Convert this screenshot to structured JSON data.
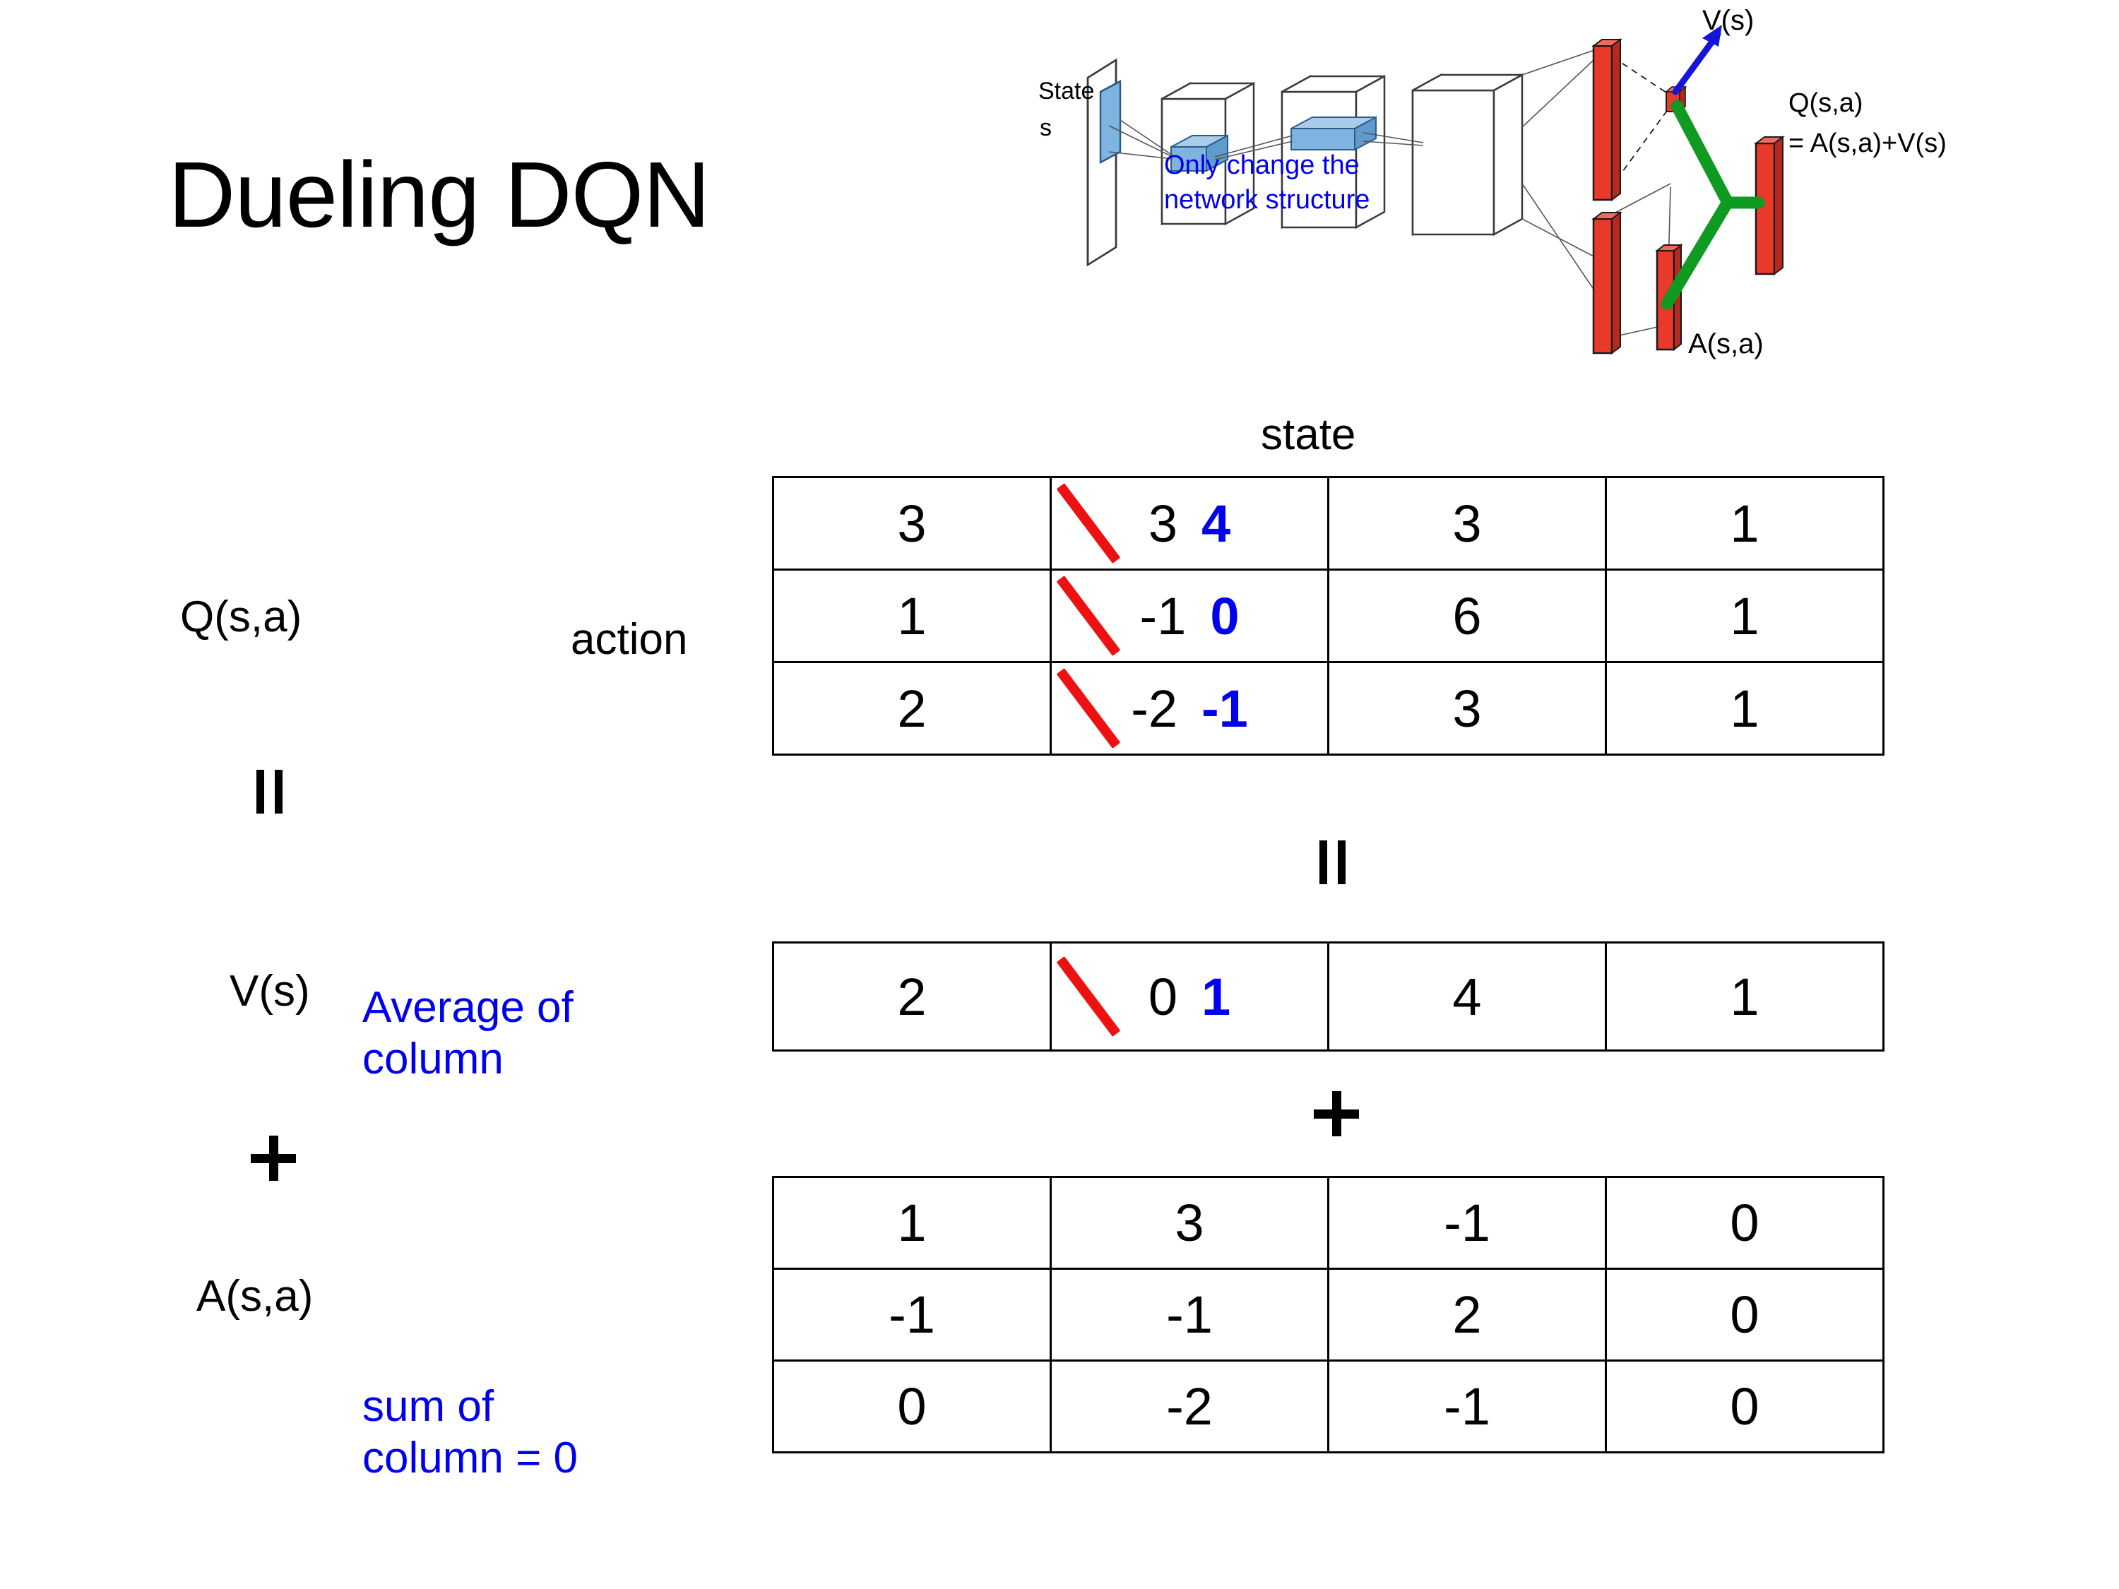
{
  "title": "Dueling DQN",
  "colors": {
    "blue": "#0000ee",
    "red": "#ee1111",
    "black": "#000000"
  },
  "diagram": {
    "state_label_line1": "State",
    "state_label_line2": "s",
    "note_line1": "Only change the",
    "note_line2": "network structure",
    "v_label": "V(s)",
    "a_label": "A(s,a)",
    "q_label_line1": "Q(s,a)",
    "q_label_line2": "= A(s,a)+V(s)"
  },
  "labels": {
    "state": "state",
    "action": "action",
    "q": "Q(s,a)",
    "v": "V(s)",
    "a": "A(s,a)",
    "equals": "=",
    "plus": "+",
    "note_average_line1": "Average of",
    "note_average_line2": "column",
    "note_sum_line1": "sum of",
    "note_sum_line2": "column = 0"
  },
  "chart_data": {
    "type": "table",
    "title": "Dueling DQN  Q(s,a) = V(s) + A(s,a)",
    "xlabel": "state",
    "ylabel": "action",
    "tables": [
      {
        "name": "Q(s,a)",
        "rows": [
          [
            "3",
            "3",
            "3",
            "1"
          ],
          [
            "1",
            "-1",
            "6",
            "1"
          ],
          [
            "2",
            "-2",
            "3",
            "1"
          ]
        ],
        "edits": [
          {
            "row": 0,
            "col": 1,
            "old": "3",
            "new": "4"
          },
          {
            "row": 1,
            "col": 1,
            "old": "-1",
            "new": "0"
          },
          {
            "row": 2,
            "col": 1,
            "old": "-2",
            "new": "-1"
          }
        ]
      },
      {
        "name": "V(s)",
        "rows": [
          [
            "2",
            "0",
            "4",
            "1"
          ]
        ],
        "edits": [
          {
            "row": 0,
            "col": 1,
            "old": "0",
            "new": "1"
          }
        ]
      },
      {
        "name": "A(s,a)",
        "rows": [
          [
            "1",
            "3",
            "-1",
            "0"
          ],
          [
            "-1",
            "-1",
            "2",
            "0"
          ],
          [
            "0",
            "-2",
            "-1",
            "0"
          ]
        ],
        "edits": []
      }
    ]
  },
  "q_table": {
    "r0": {
      "c0": "3",
      "c1_old": "3",
      "c1_new": "4",
      "c2": "3",
      "c3": "1"
    },
    "r1": {
      "c0": "1",
      "c1_old": "-1",
      "c1_new": "0",
      "c2": "6",
      "c3": "1"
    },
    "r2": {
      "c0": "2",
      "c1_old": "-2",
      "c1_new": "-1",
      "c2": "3",
      "c3": "1"
    }
  },
  "v_table": {
    "r0": {
      "c0": "2",
      "c1_old": "0",
      "c1_new": "1",
      "c2": "4",
      "c3": "1"
    }
  },
  "a_table": {
    "r0": {
      "c0": "1",
      "c1": "3",
      "c2": "-1",
      "c3": "0"
    },
    "r1": {
      "c0": "-1",
      "c1": "-1",
      "c2": "2",
      "c3": "0"
    },
    "r2": {
      "c0": "0",
      "c1": "-2",
      "c2": "-1",
      "c3": "0"
    }
  }
}
